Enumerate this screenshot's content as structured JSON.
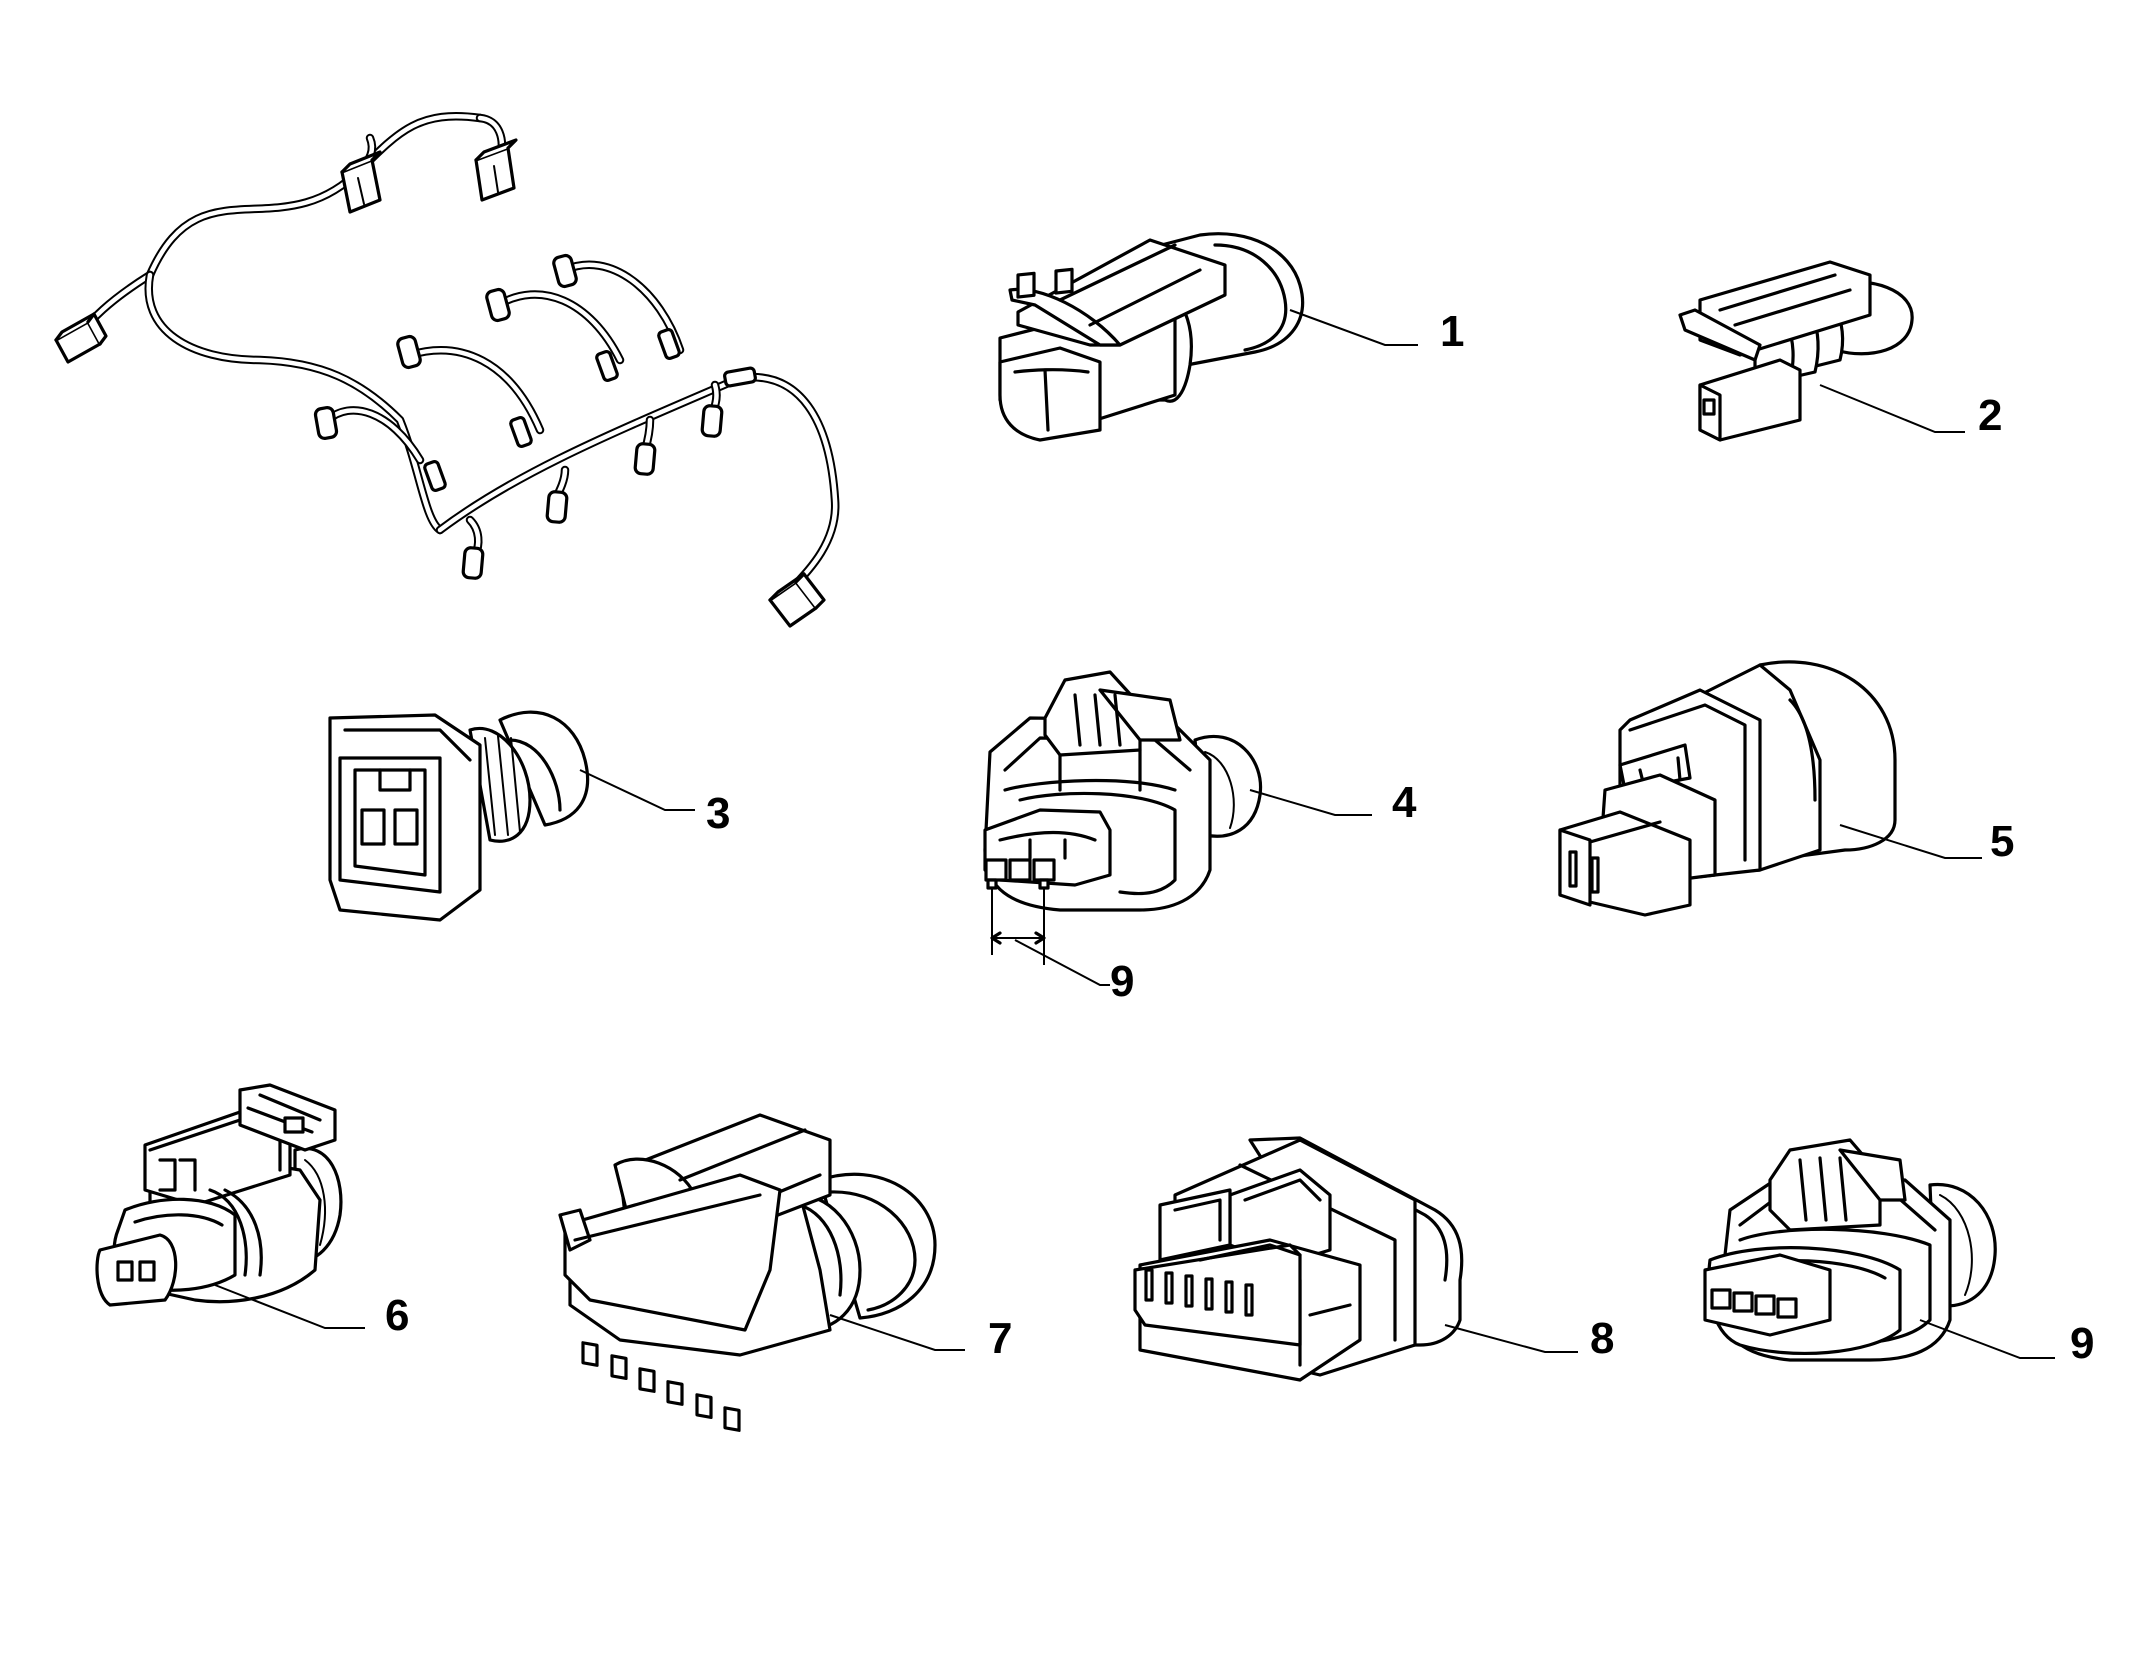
{
  "callouts": {
    "c1": "1",
    "c2": "2",
    "c3": "3",
    "c4": "4",
    "c5": "5",
    "c6": "6",
    "c7": "7",
    "c8": "8",
    "c9": "9",
    "c9b": "9"
  },
  "colors": {
    "line": "#000000",
    "background": "#ffffff"
  }
}
